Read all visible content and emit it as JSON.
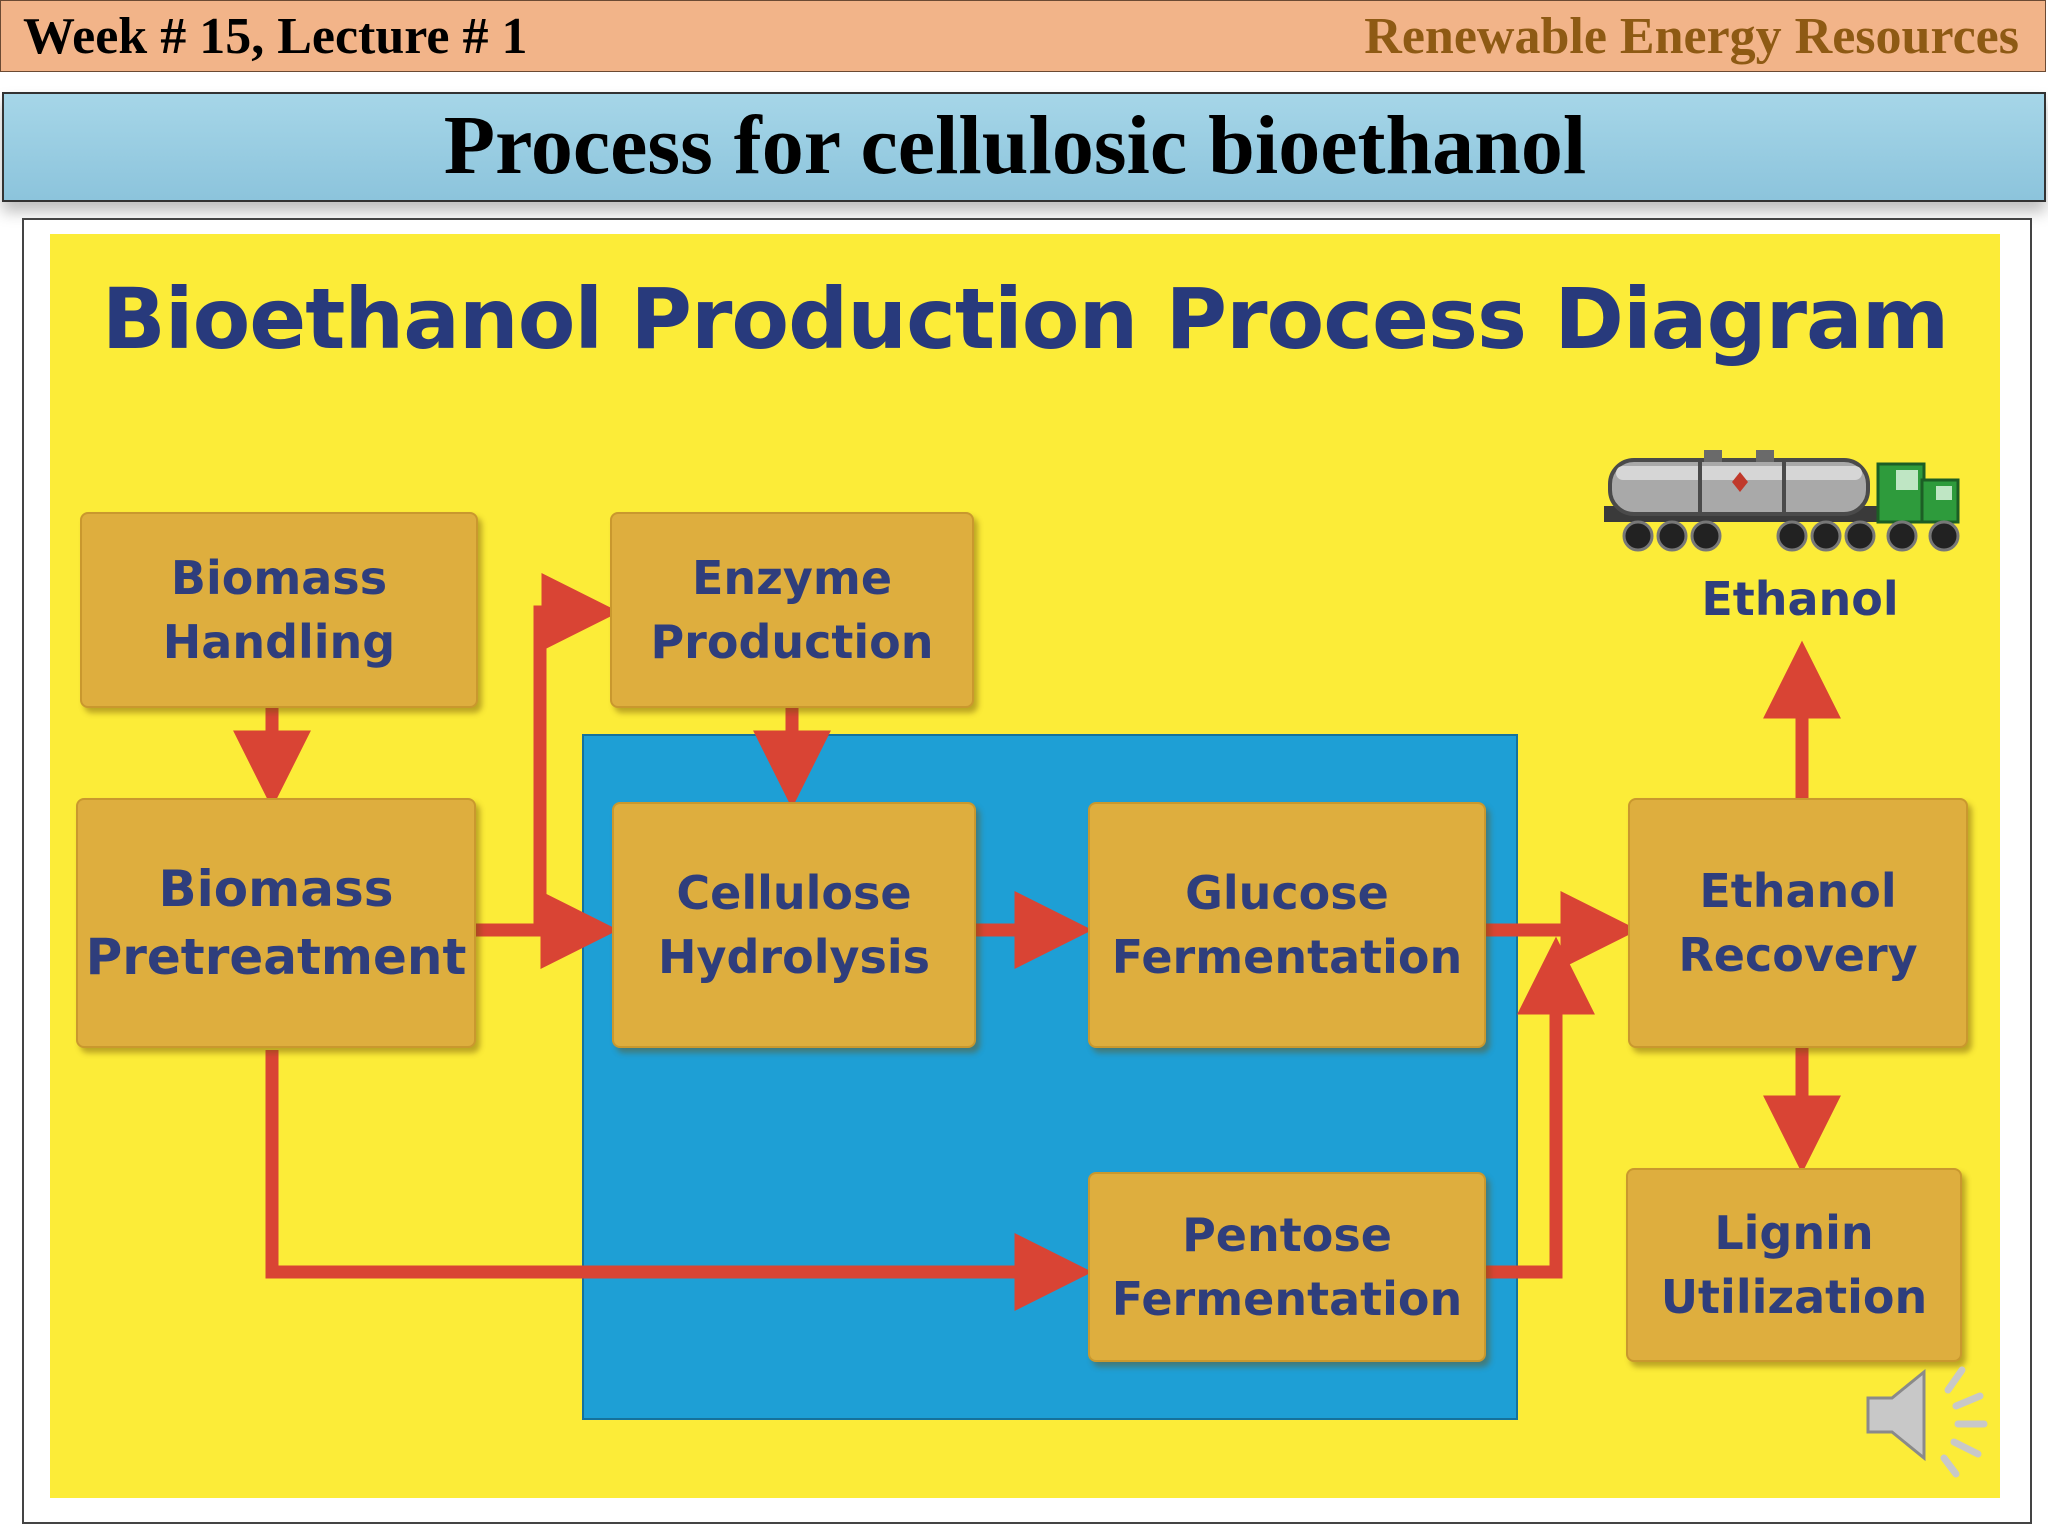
{
  "header": {
    "left": "Week # 15, Lecture # 1",
    "right": "Renewable Energy Resources"
  },
  "slide_title": "Process for cellulosic bioethanol",
  "diagram": {
    "title": "Bioethanol Production Process Diagram",
    "nodes": {
      "biomass_handling": "Biomass\nHandling",
      "biomass_pretreatment": "Biomass\nPretreatment",
      "enzyme_production": "Enzyme\nProduction",
      "cellulose_hydrolysis": "Cellulose\nHydrolysis",
      "glucose_fermentation": "Glucose\nFermentation",
      "pentose_fermentation": "Pentose\nFermentation",
      "ethanol_recovery": "Ethanol\nRecovery",
      "lignin_utilization": "Lignin\nUtilization"
    },
    "output_label": "Ethanol",
    "icons": [
      "tanker-truck-icon",
      "speaker-icon"
    ],
    "colors": {
      "background": "#fcec38",
      "panel": "#1e9fd5",
      "box": "#deae3e",
      "text": "#2f3e7c",
      "arrow": "#d94434"
    }
  }
}
